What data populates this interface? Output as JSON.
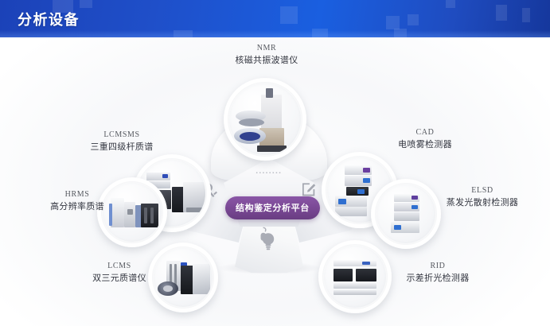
{
  "banner": {
    "title": "分析设备",
    "gradient_from": "#1b42b8",
    "gradient_to": "#15379c"
  },
  "center": {
    "badge_label": "结构鉴定分析平台",
    "badge_color": "#7b4996",
    "icons": [
      {
        "name": "key-icon"
      },
      {
        "name": "document-edit-icon"
      },
      {
        "name": "lightbulb-icon"
      },
      {
        "name": "mouse-pointer-icon"
      }
    ]
  },
  "nodes": [
    {
      "en": "NMR",
      "cn": "核磁共振波谱仪"
    },
    {
      "en": "CAD",
      "cn": "电喷雾检测器"
    },
    {
      "en": "ELSD",
      "cn": "蒸发光散射检测器"
    },
    {
      "en": "RID",
      "cn": "示差折光检测器"
    },
    {
      "en": "LCMS",
      "cn": "双三元质谱仪"
    },
    {
      "en": "HRMS",
      "cn": "高分辨率质谱"
    },
    {
      "en": "LCMSMS",
      "cn": "三重四级杆质谱"
    }
  ]
}
